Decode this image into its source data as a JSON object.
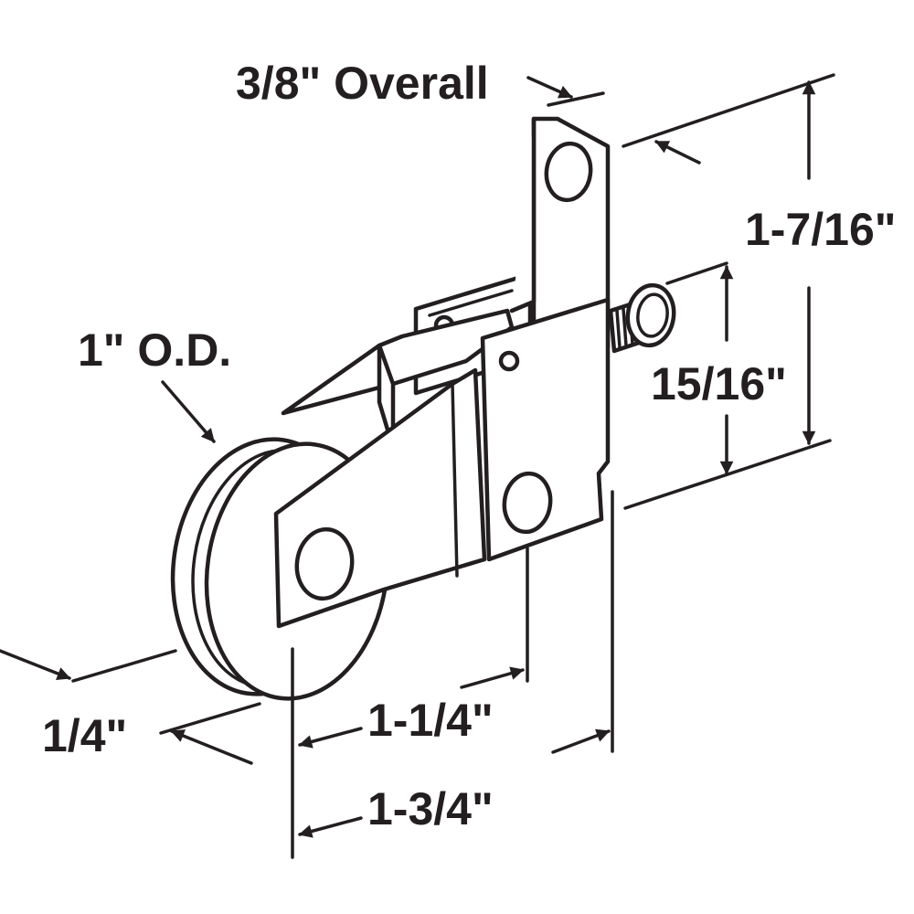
{
  "dimensions": {
    "overall": "3/8\" Overall",
    "height_total": "1-7/16\"",
    "height_mount": "15/16\"",
    "wheel_od": "1\" O.D.",
    "wheel_width": "1/4\"",
    "hole_spacing": "1-1/4\"",
    "overall_length": "1-3/4\""
  },
  "colors": {
    "ink": "#231f20",
    "background": "#ffffff"
  }
}
